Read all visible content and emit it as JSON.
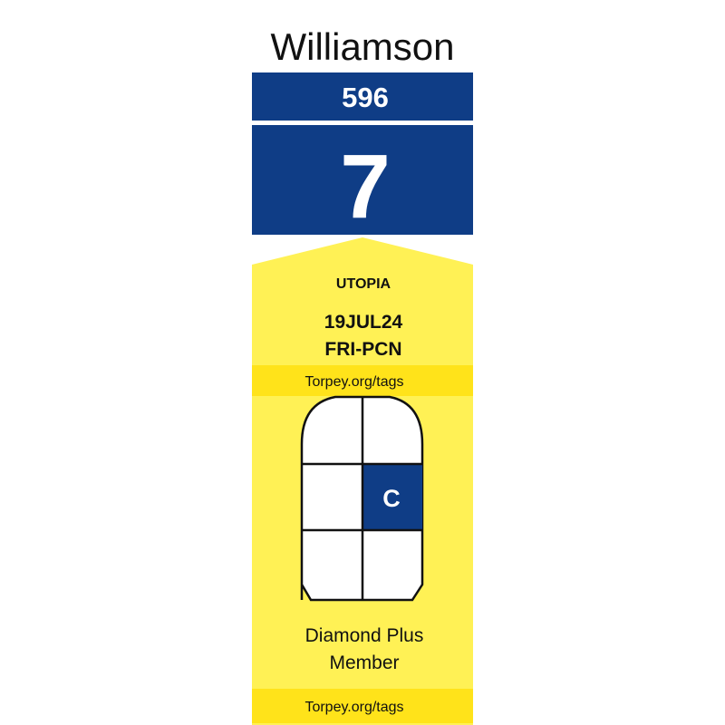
{
  "tag": {
    "passenger_name": "Williamson",
    "flight_number": "596",
    "deck_number": "7",
    "ship_name": "UTOPIA",
    "sail_date": "19JUL24",
    "sail_route": "FRI-PCN",
    "website_top": "Torpey.org/tags",
    "location_letter": "C",
    "member_line1": "Diamond Plus",
    "member_line2": "Member",
    "website_bottom": "Torpey.org/tags"
  },
  "colors": {
    "blue": "#0f3d86",
    "yellow": "#fff155",
    "yellow_band": "#ffe31a"
  }
}
